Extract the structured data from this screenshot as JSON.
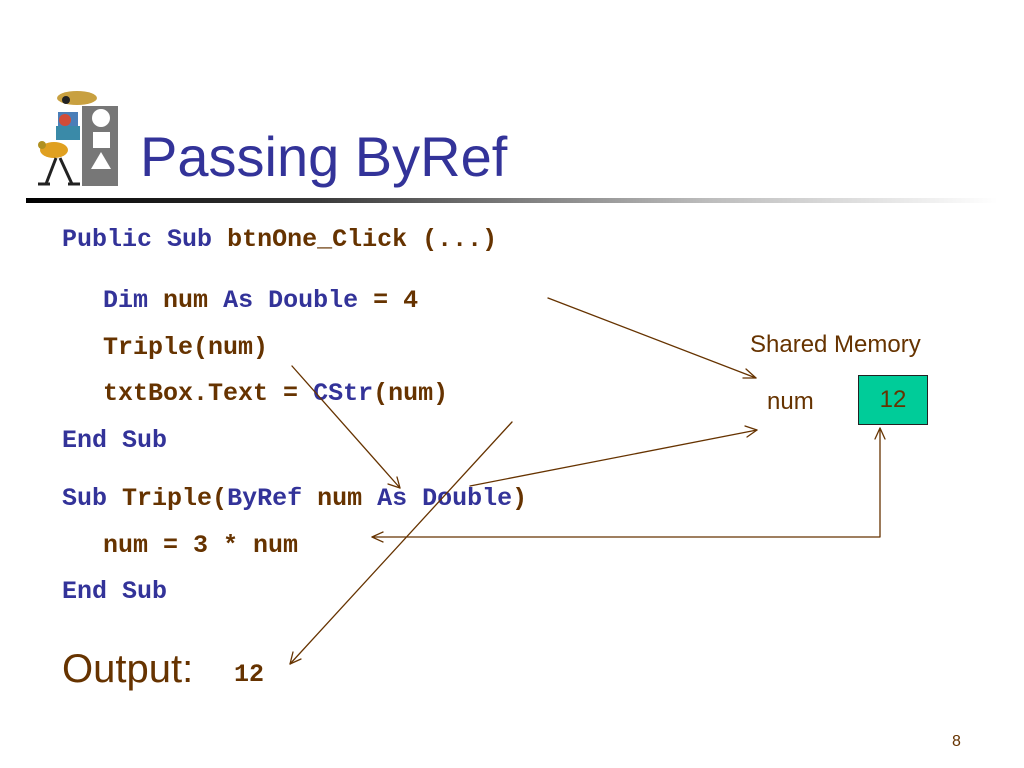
{
  "slide": {
    "title": "Passing ByRef",
    "page_number": "8"
  },
  "code": {
    "line1": {
      "public": "Public",
      "sub": "Sub",
      "name": "btnOne_Click (...)"
    },
    "line2": {
      "dim": "Dim",
      "var": "num",
      "as": "As",
      "type": "Double",
      "rest": "= 4"
    },
    "line3": {
      "text": "Triple(num)"
    },
    "line4": {
      "prefix": "txtBox.Text =",
      "func": "CStr",
      "args": "(num)"
    },
    "line5": {
      "text": "End Sub"
    },
    "line6": {
      "sub": "Sub",
      "name": "Triple(",
      "byref": "ByRef",
      "var": "num",
      "as": "As",
      "type": "Double",
      "close": ")"
    },
    "line7": {
      "text": "num = 3 * num"
    },
    "line8": {
      "text": "End Sub"
    }
  },
  "memory": {
    "label": "Shared Memory",
    "var_name": "num",
    "value": "12"
  },
  "output": {
    "label": "Output:",
    "value": "12"
  },
  "colors": {
    "keyword": "#333399",
    "text": "#663300",
    "memory_box": "#00cc99",
    "arrow": "#663300"
  }
}
